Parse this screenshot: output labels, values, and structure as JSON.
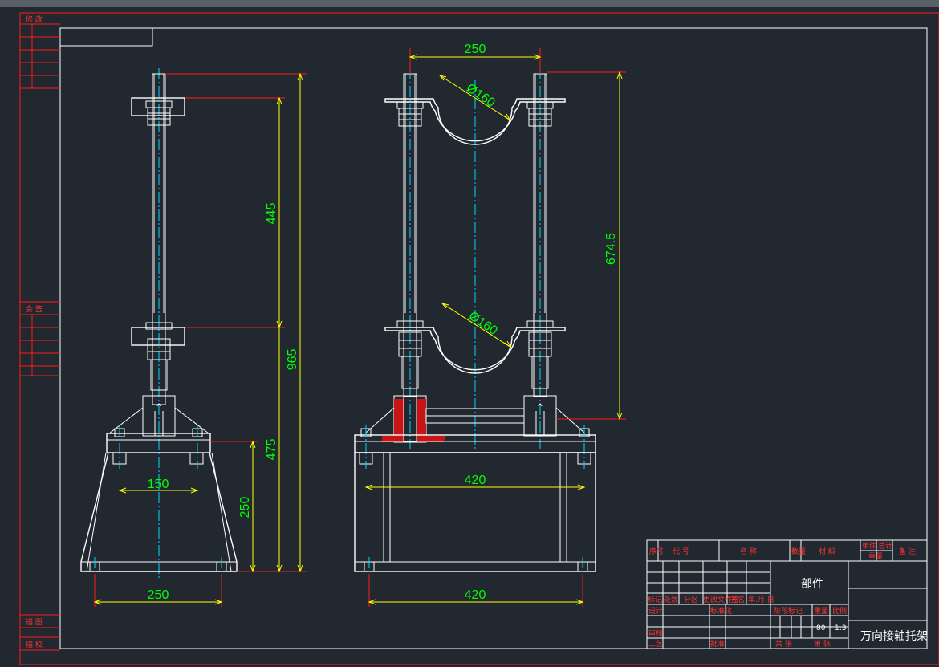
{
  "side_labels": {
    "modify": "修 改",
    "countersign": "会 签",
    "traced": "描 图",
    "traced_check": "描 校"
  },
  "dimensions": {
    "left_top_pitch": "445",
    "left_total_height": "965",
    "left_lower_height": "475",
    "left_base_height": "250",
    "left_bolt_spacing": "150",
    "left_base_width": "250",
    "right_rod_spacing": "250",
    "right_clamp_dia_upper": "Ø160",
    "right_clamp_dia_lower": "Ø160",
    "right_clamp_height": "674.5",
    "right_inner_width": "420",
    "right_base_width": "420"
  },
  "title_block": {
    "header_cells": [
      "序号",
      "代 号",
      "名 称",
      "数量",
      "材 料",
      "单件",
      "总计",
      "备 注"
    ],
    "header_sub": [
      "重量"
    ],
    "part_type": "部件",
    "row_labels": [
      "标记",
      "处数",
      "分区",
      "更改文件号",
      "签名",
      "年.月.日"
    ],
    "design": "设计",
    "standardize": "标准化",
    "review": "审核",
    "process": "工艺",
    "approve": "批准",
    "stage_mark": "阶段标记",
    "weight": "重量",
    "scale": "比例",
    "weight_value": "80",
    "scale_value": "1:3",
    "sheets_total": "共 张",
    "sheet_no": "第 张",
    "drawing_name": "万向接轴托架"
  }
}
